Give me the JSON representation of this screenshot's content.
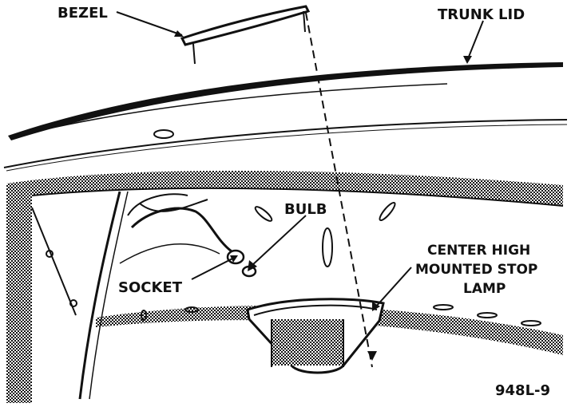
{
  "labels": {
    "bezel": "BEZEL",
    "trunk_lid": "TRUNK LID",
    "bulb": "BULB",
    "socket": "SOCKET",
    "chmsl_line1": "CENTER HIGH",
    "chmsl_line2": "MOUNTED STOP",
    "chmsl_line3": "LAMP",
    "figure_id": "948L-9"
  },
  "colors": {
    "ink": "#111111",
    "paper": "#ffffff"
  }
}
